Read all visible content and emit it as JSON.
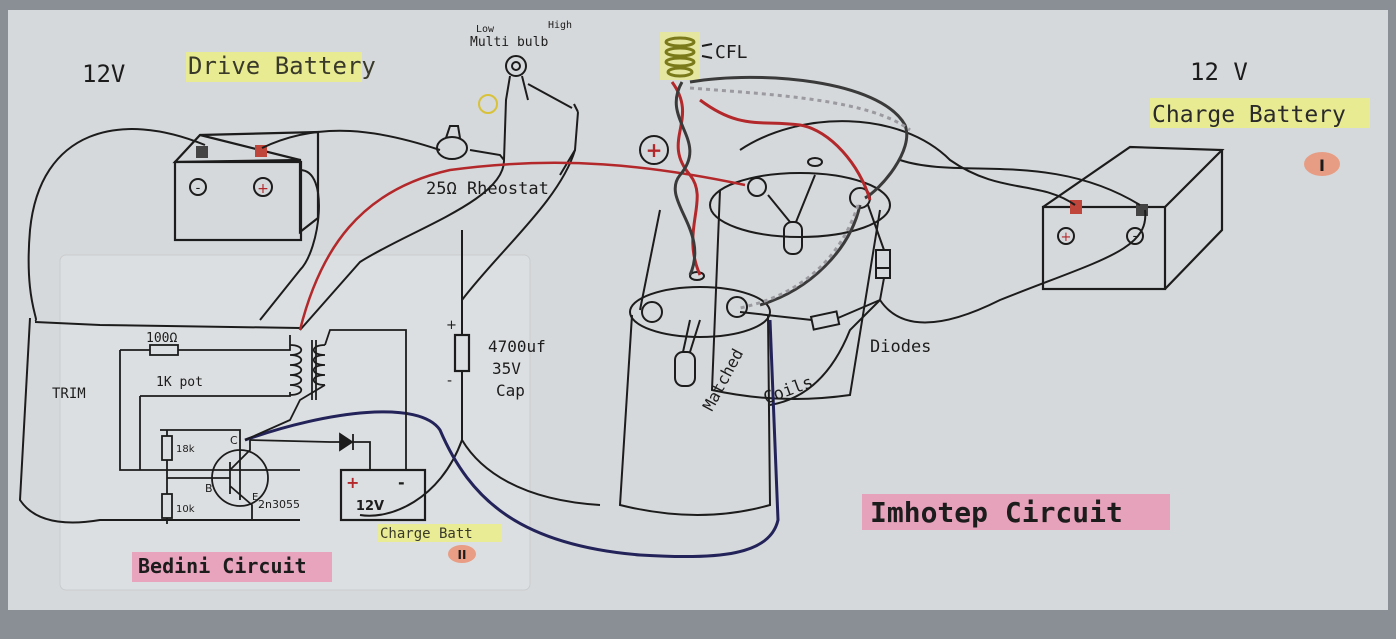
{
  "drive_battery": {
    "voltage": "12V",
    "label": "Drive Battery",
    "pos": "+",
    "neg": "-"
  },
  "charge_battery_1": {
    "voltage": "12 V",
    "label": "Charge Battery",
    "number": "I",
    "pos": "+",
    "neg": "-"
  },
  "lamps": {
    "low": "Low",
    "high": "High",
    "multi_bulb": "Multi bulb",
    "cfl": "CFL"
  },
  "center_sign": "+",
  "rheostat_label": "25Ω Rheostat",
  "capacitor": {
    "plus": "+",
    "minus": "-",
    "line1": "4700uf",
    "line2": "35V",
    "line3": "Cap"
  },
  "coils_label": {
    "line1": "Matched",
    "line2": "Coils"
  },
  "diodes_label": "Diodes",
  "imhotep_title": "Imhotep Circuit",
  "bedini": {
    "title": "Bedini Circuit",
    "resistor_100": "100Ω",
    "trim": "TRIM",
    "pot": "1K pot",
    "r18k": "18k",
    "r10k": "10k",
    "transistor": "2n3055",
    "collector": "C",
    "base": "B",
    "emitter": "E",
    "battery_voltage": "12V",
    "battery_plus": "+",
    "battery_minus": "-",
    "charge_batt_label": "Charge Batt",
    "charge_batt_number": "II"
  },
  "colors": {
    "paper": "#d6d9db",
    "ink": "#1c1c1c",
    "red_wire": "#b3282b",
    "blue_wire": "#23235a",
    "highlight_yellow": "#eef07a",
    "highlight_pink": "#ec8fb0",
    "highlight_orange": "#e9967a"
  }
}
